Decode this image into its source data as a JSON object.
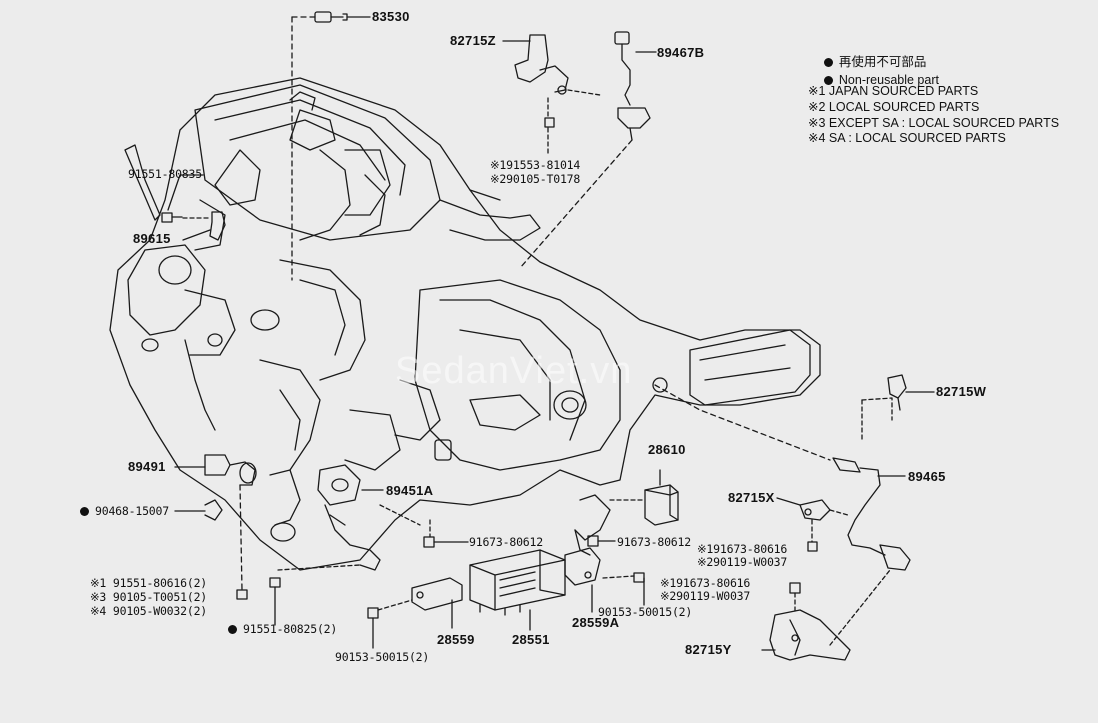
{
  "watermark": "SedanViet.vn",
  "legend": {
    "reuse_jp": "再使用不可部品",
    "non_reusable": "Non-reusable part",
    "notes": [
      "※1 JAPAN SOURCED PARTS",
      "※2 LOCAL SOURCED PARTS",
      "※3 EXCEPT SA : LOCAL SOURCED PARTS",
      "※4 SA : LOCAL SOURCED PARTS"
    ]
  },
  "labels": {
    "p83530": "83530",
    "p82715Z": "82715Z",
    "p89467B": "89467B",
    "p191553": "※191553-81014",
    "p290105": "※290105-T0178",
    "p91551_80835": "91551-80835",
    "p89615": "89615",
    "p82715W": "82715W",
    "p89465": "89465",
    "p28610": "28610",
    "p82715X": "82715X",
    "p191673a": "※191673-80616",
    "p290119a": "※290119-W0037",
    "p191673b": "※191673-80616",
    "p290119b": "※290119-W0037",
    "p82715Y": "82715Y",
    "p89491": "89491",
    "p89451A": "89451A",
    "p90468": "90468-15007",
    "p91673a": "91673-80612",
    "p91673b": "91673-80612",
    "p91551_80616": "※1 91551-80616(2)",
    "p90105_T": "※3 90105-T0051(2)",
    "p90105_W": "※4 90105-W0032(2)",
    "p91551_80825": "91551-80825(2)",
    "p90153a": "90153-50015(2)",
    "p90153b": "90153-50015(2)",
    "p28559": "28559",
    "p28551": "28551",
    "p28559A": "28559A"
  }
}
